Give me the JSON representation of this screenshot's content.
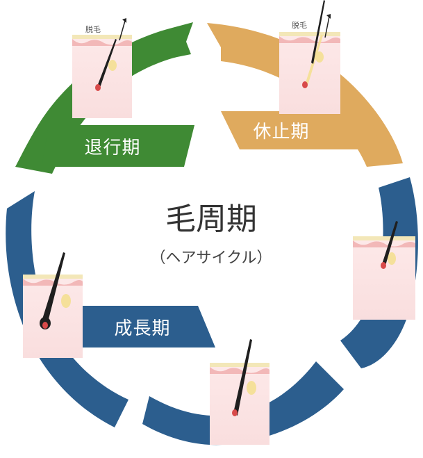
{
  "diagram": {
    "title": "毛周期",
    "subtitle": "（ヘアサイクル）",
    "phases": [
      {
        "id": "catagen",
        "label": "退行期",
        "color": "#3f8a34"
      },
      {
        "id": "telogen",
        "label": "休止期",
        "color": "#dfaa5e"
      },
      {
        "id": "anagen",
        "label": "成長期",
        "color": "#2c5e8e"
      }
    ],
    "removal_labels": [
      "脱毛",
      "脱毛"
    ]
  },
  "colors": {
    "skin_surface": "#f3e7b8",
    "skin_top": "#f2b8b8",
    "skin_tissue": "#fbe3e3",
    "hair": "#1f1f1f",
    "papilla": "#d84a4a",
    "gland": "#f5e09a"
  }
}
